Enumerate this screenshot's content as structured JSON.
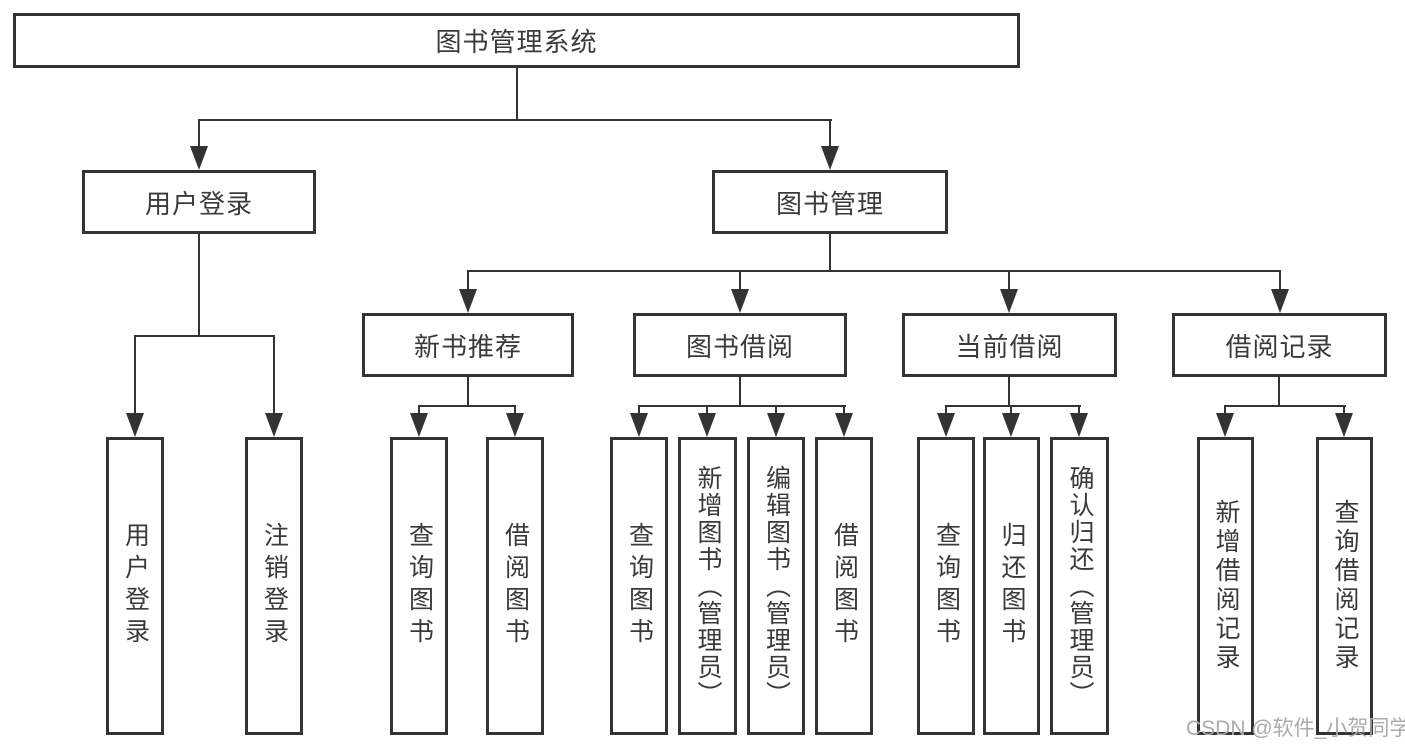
{
  "nodes": {
    "root": {
      "label": "图书管理系统"
    },
    "user_login": {
      "label": "用户登录"
    },
    "book_management": {
      "label": "图书管理"
    },
    "new_book_recommendation": {
      "label": "新书推荐"
    },
    "book_borrowing": {
      "label": "图书借阅"
    },
    "current_borrowing": {
      "label": "当前借阅"
    },
    "borrowing_records": {
      "label": "借阅记录"
    },
    "leaf_user_login": {
      "label": "用户登录"
    },
    "leaf_logout": {
      "label": "注销登录"
    },
    "leaf_recommend_query_books": {
      "label": "查询图书"
    },
    "leaf_recommend_borrow_books": {
      "label": "借阅图书"
    },
    "leaf_borrowing_query_books": {
      "label": "查询图书"
    },
    "leaf_add_books_admin": {
      "label": "新增图书（管理员）"
    },
    "leaf_edit_books_admin": {
      "label": "编辑图书（管理员）"
    },
    "leaf_borrowing_borrow_books": {
      "label": "借阅图书"
    },
    "leaf_current_query_books": {
      "label": "查询图书"
    },
    "leaf_return_books": {
      "label": "归还图书"
    },
    "leaf_confirm_return_admin": {
      "label": "确认归还（管理员）"
    },
    "leaf_add_borrow_record": {
      "label": "新增借阅记录"
    },
    "leaf_query_borrow_record": {
      "label": "查询借阅记录"
    }
  },
  "watermark": {
    "text": "CSDN @软件_小贺同学"
  },
  "colors": {
    "line": "#333333",
    "text": "#3a3a3a",
    "watermark": "#ababab",
    "background": "#ffffff"
  }
}
